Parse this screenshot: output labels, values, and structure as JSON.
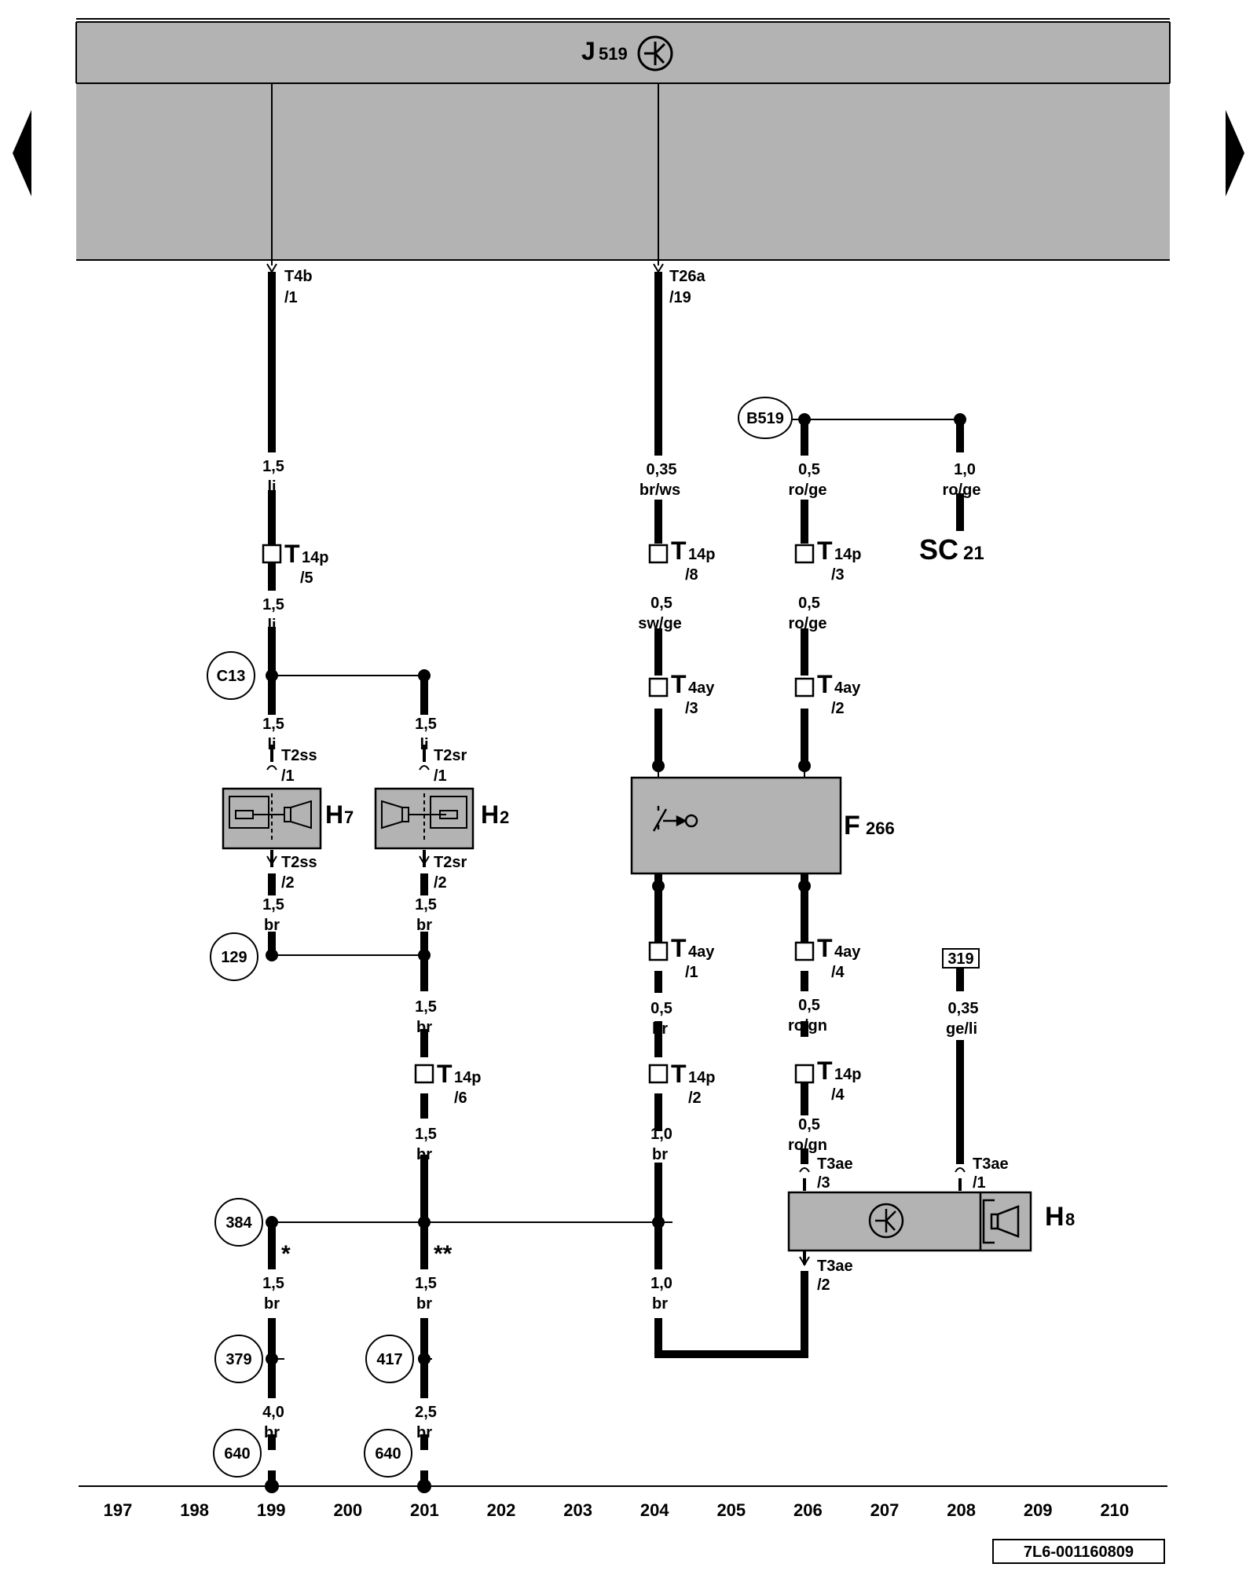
{
  "control_unit": {
    "letter": "J",
    "sub": "519"
  },
  "pins": {
    "t4b": {
      "name": "T4b",
      "pin": "/1"
    },
    "t26a": {
      "name": "T26a",
      "pin": "/19"
    }
  },
  "connectors": {
    "t14p_5": {
      "name": "T",
      "sub": "14p",
      "pin": "/5"
    },
    "t14p_8": {
      "name": "T",
      "sub": "14p",
      "pin": "/8"
    },
    "t14p_3": {
      "name": "T",
      "sub": "14p",
      "pin": "/3"
    },
    "t14p_6": {
      "name": "T",
      "sub": "14p",
      "pin": "/6"
    },
    "t14p_2": {
      "name": "T",
      "sub": "14p",
      "pin": "/2"
    },
    "t14p_4": {
      "name": "T",
      "sub": "14p",
      "pin": "/4"
    },
    "t4ay_3": {
      "name": "T",
      "sub": "4ay",
      "pin": "/3"
    },
    "t4ay_2": {
      "name": "T",
      "sub": "4ay",
      "pin": "/2"
    },
    "t4ay_1": {
      "name": "T",
      "sub": "4ay",
      "pin": "/1"
    },
    "t4ay_4": {
      "name": "T",
      "sub": "4ay",
      "pin": "/4"
    },
    "t2ss_1": {
      "name": "T2ss",
      "pin": "/1"
    },
    "t2ss_2": {
      "name": "T2ss",
      "pin": "/2"
    },
    "t2sr_1": {
      "name": "T2sr",
      "pin": "/1"
    },
    "t2sr_2": {
      "name": "T2sr",
      "pin": "/2"
    },
    "t3ae_3": {
      "name": "T3ae",
      "pin": "/3"
    },
    "t3ae_1": {
      "name": "T3ae",
      "pin": "/1"
    },
    "t3ae_2": {
      "name": "T3ae",
      "pin": "/2"
    }
  },
  "wires": {
    "w199_a": {
      "size": "1,5",
      "color": "li"
    },
    "w199_b": {
      "size": "1,5",
      "color": "li"
    },
    "w199_c": {
      "size": "1,5",
      "color": "li"
    },
    "w199_d": {
      "size": "1,5",
      "color": "br"
    },
    "w199_e": {
      "size": "1,5",
      "color": "br"
    },
    "w199_f": {
      "size": "4,0",
      "color": "br"
    },
    "w201_a": {
      "size": "1,5",
      "color": "li"
    },
    "w201_b": {
      "size": "1,5",
      "color": "br"
    },
    "w201_c": {
      "size": "1,5",
      "color": "br"
    },
    "w201_d": {
      "size": "1,5",
      "color": "br"
    },
    "w201_e": {
      "size": "1,5",
      "color": "br"
    },
    "w201_f": {
      "size": "2,5",
      "color": "br"
    },
    "w204_a": {
      "size": "0,35",
      "color": "br/ws"
    },
    "w204_b": {
      "size": "0,5",
      "color": "sw/ge"
    },
    "w204_c": {
      "size": "0,5",
      "color": "br"
    },
    "w204_d": {
      "size": "1,0",
      "color": "br"
    },
    "w204_e": {
      "size": "1,0",
      "color": "br"
    },
    "w206_a": {
      "size": "0,5",
      "color": "ro/ge"
    },
    "w206_b": {
      "size": "0,5",
      "color": "ro/ge"
    },
    "w206_c": {
      "size": "0,5",
      "color": "ro/gn"
    },
    "w206_d": {
      "size": "0,5",
      "color": "ro/gn"
    },
    "w208_a": {
      "size": "1,0",
      "color": "ro/ge"
    },
    "w208_b": {
      "size": "0,35",
      "color": "ge/li"
    }
  },
  "components": {
    "h7": {
      "letter": "H",
      "sub": "7"
    },
    "h2": {
      "letter": "H",
      "sub": "2"
    },
    "f266": {
      "letter": "F",
      "sub": "266"
    },
    "h8": {
      "letter": "H",
      "sub": "8"
    },
    "sc21": {
      "letter": "SC",
      "sub": "21"
    }
  },
  "refs": {
    "b519": "B519",
    "c13": "C13",
    "r129": "129",
    "r384": "384",
    "r379": "379",
    "r417": "417",
    "r640a": "640",
    "r640b": "640",
    "box319": "319"
  },
  "marks": {
    "single": "*",
    "double": "**"
  },
  "ruler": [
    "197",
    "198",
    "199",
    "200",
    "201",
    "202",
    "203",
    "204",
    "205",
    "206",
    "207",
    "208",
    "209",
    "210"
  ],
  "footer_code": "7L6-001160809",
  "colors": {
    "panel": "#b3b3b3",
    "wire": "#000000",
    "background": "#ffffff"
  }
}
